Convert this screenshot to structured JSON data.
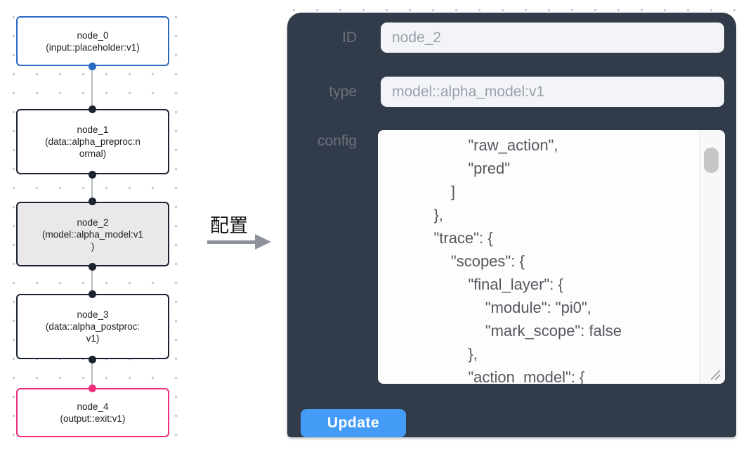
{
  "flow": {
    "nodes": [
      {
        "title": "node_0",
        "subtitle_lines": [
          "(input::placeholder:v1)"
        ],
        "selected": false
      },
      {
        "title": "node_1",
        "subtitle_lines": [
          "(data::alpha_preproc:n",
          "ormal)"
        ],
        "selected": false
      },
      {
        "title": "node_2",
        "subtitle_lines": [
          "(model::alpha_model:v1",
          ")"
        ],
        "selected": true
      },
      {
        "title": "node_3",
        "subtitle_lines": [
          "(data::alpha_postproc:",
          "v1)"
        ],
        "selected": false
      },
      {
        "title": "node_4",
        "subtitle_lines": [
          "(output::exit:v1)"
        ],
        "selected": false
      }
    ]
  },
  "transition": {
    "label": "配置"
  },
  "panel": {
    "id_label": "ID",
    "id_value": "node_2",
    "type_label": "type",
    "type_value": "model::alpha_model:v1",
    "config_label": "config",
    "config_lines": [
      "            \"raw_action\",",
      "            \"pred\"",
      "        ]",
      "    },",
      "    \"trace\": {",
      "        \"scopes\": {",
      "            \"final_layer\": {",
      "                \"module\": \"pi0\",",
      "                \"mark_scope\": false",
      "            },",
      "            \"action_model\": {"
    ],
    "update_label": "Update"
  },
  "colors": {
    "panel_bg": "#313b4a",
    "accent_blue": "#459cf7",
    "node_input_border": "#2a6ac2",
    "node_output_border": "#ee2d7e",
    "node_selected_bg": "#e9e9ea"
  }
}
